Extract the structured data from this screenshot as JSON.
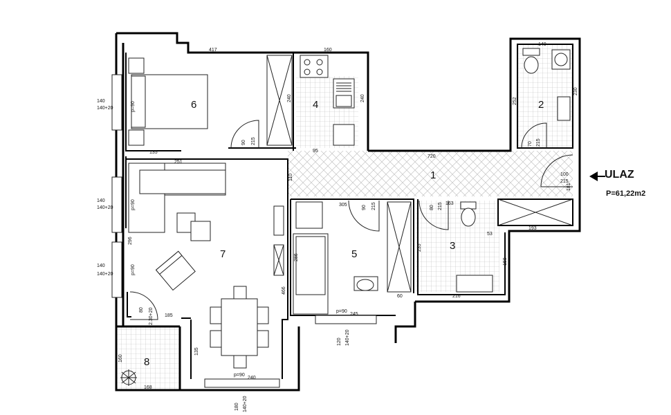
{
  "entrance": {
    "label": "ULAZ",
    "area": "P=61,22m2"
  },
  "rooms": [
    {
      "id": "1",
      "label": "1"
    },
    {
      "id": "2",
      "label": "2"
    },
    {
      "id": "3",
      "label": "3"
    },
    {
      "id": "4",
      "label": "4"
    },
    {
      "id": "5",
      "label": "5"
    },
    {
      "id": "6",
      "label": "6"
    },
    {
      "id": "7",
      "label": "7"
    },
    {
      "id": "8",
      "label": "8"
    }
  ],
  "dimensions": {
    "bedroom_width": "417",
    "kitchen_width": "160",
    "bathroom_width": "140",
    "bathroom_height": "230",
    "bathroom_depth": "252",
    "kitchen_height": "240",
    "wardrobe_height": "240",
    "bedroom_door_w": "90",
    "bedroom_door_h": "215",
    "bedroom_bottom": "135",
    "kitchen_bottom": "95",
    "bath_door_w": "70",
    "bath_door_h": "215",
    "hall_width": "720",
    "hall_height": "110",
    "entry_door_w": "100",
    "entry_door_h": "215",
    "entry_side": "181",
    "living_top": "251",
    "win_a": "140",
    "win_b": "140+20",
    "win_c": "140",
    "win_d": "140+20",
    "win_e": "140",
    "win_f": "140+20",
    "p90_a": "p=90",
    "p90_b": "p=90",
    "p90_c": "p=90",
    "living_wall": "296",
    "room5_top": "305",
    "room5_door_w": "90",
    "room5_door_h": "215",
    "room5_height": "286",
    "room5_p90": "p=90",
    "room5_bottom": "245",
    "room5_right": "60",
    "room5_win_a": "120",
    "room5_win_b": "140+20",
    "toilet_door_w": "80",
    "toilet_door_h": "215",
    "toilet_width": "163",
    "toilet_height": "235",
    "toilet_bottom": "216",
    "toilet_right": "158",
    "toilet_step": "53",
    "storage_width": "193",
    "living_height": "466",
    "balcony_door_w": "80",
    "balcony_door_h": "2.30+20",
    "balcony_top": "185",
    "dining_wall": "135",
    "dining_p90": "p=90",
    "dining_width": "240",
    "bottom_win_a": "180",
    "bottom_win_b": "140+20",
    "balcony_height": "160",
    "balcony_width": "168"
  }
}
